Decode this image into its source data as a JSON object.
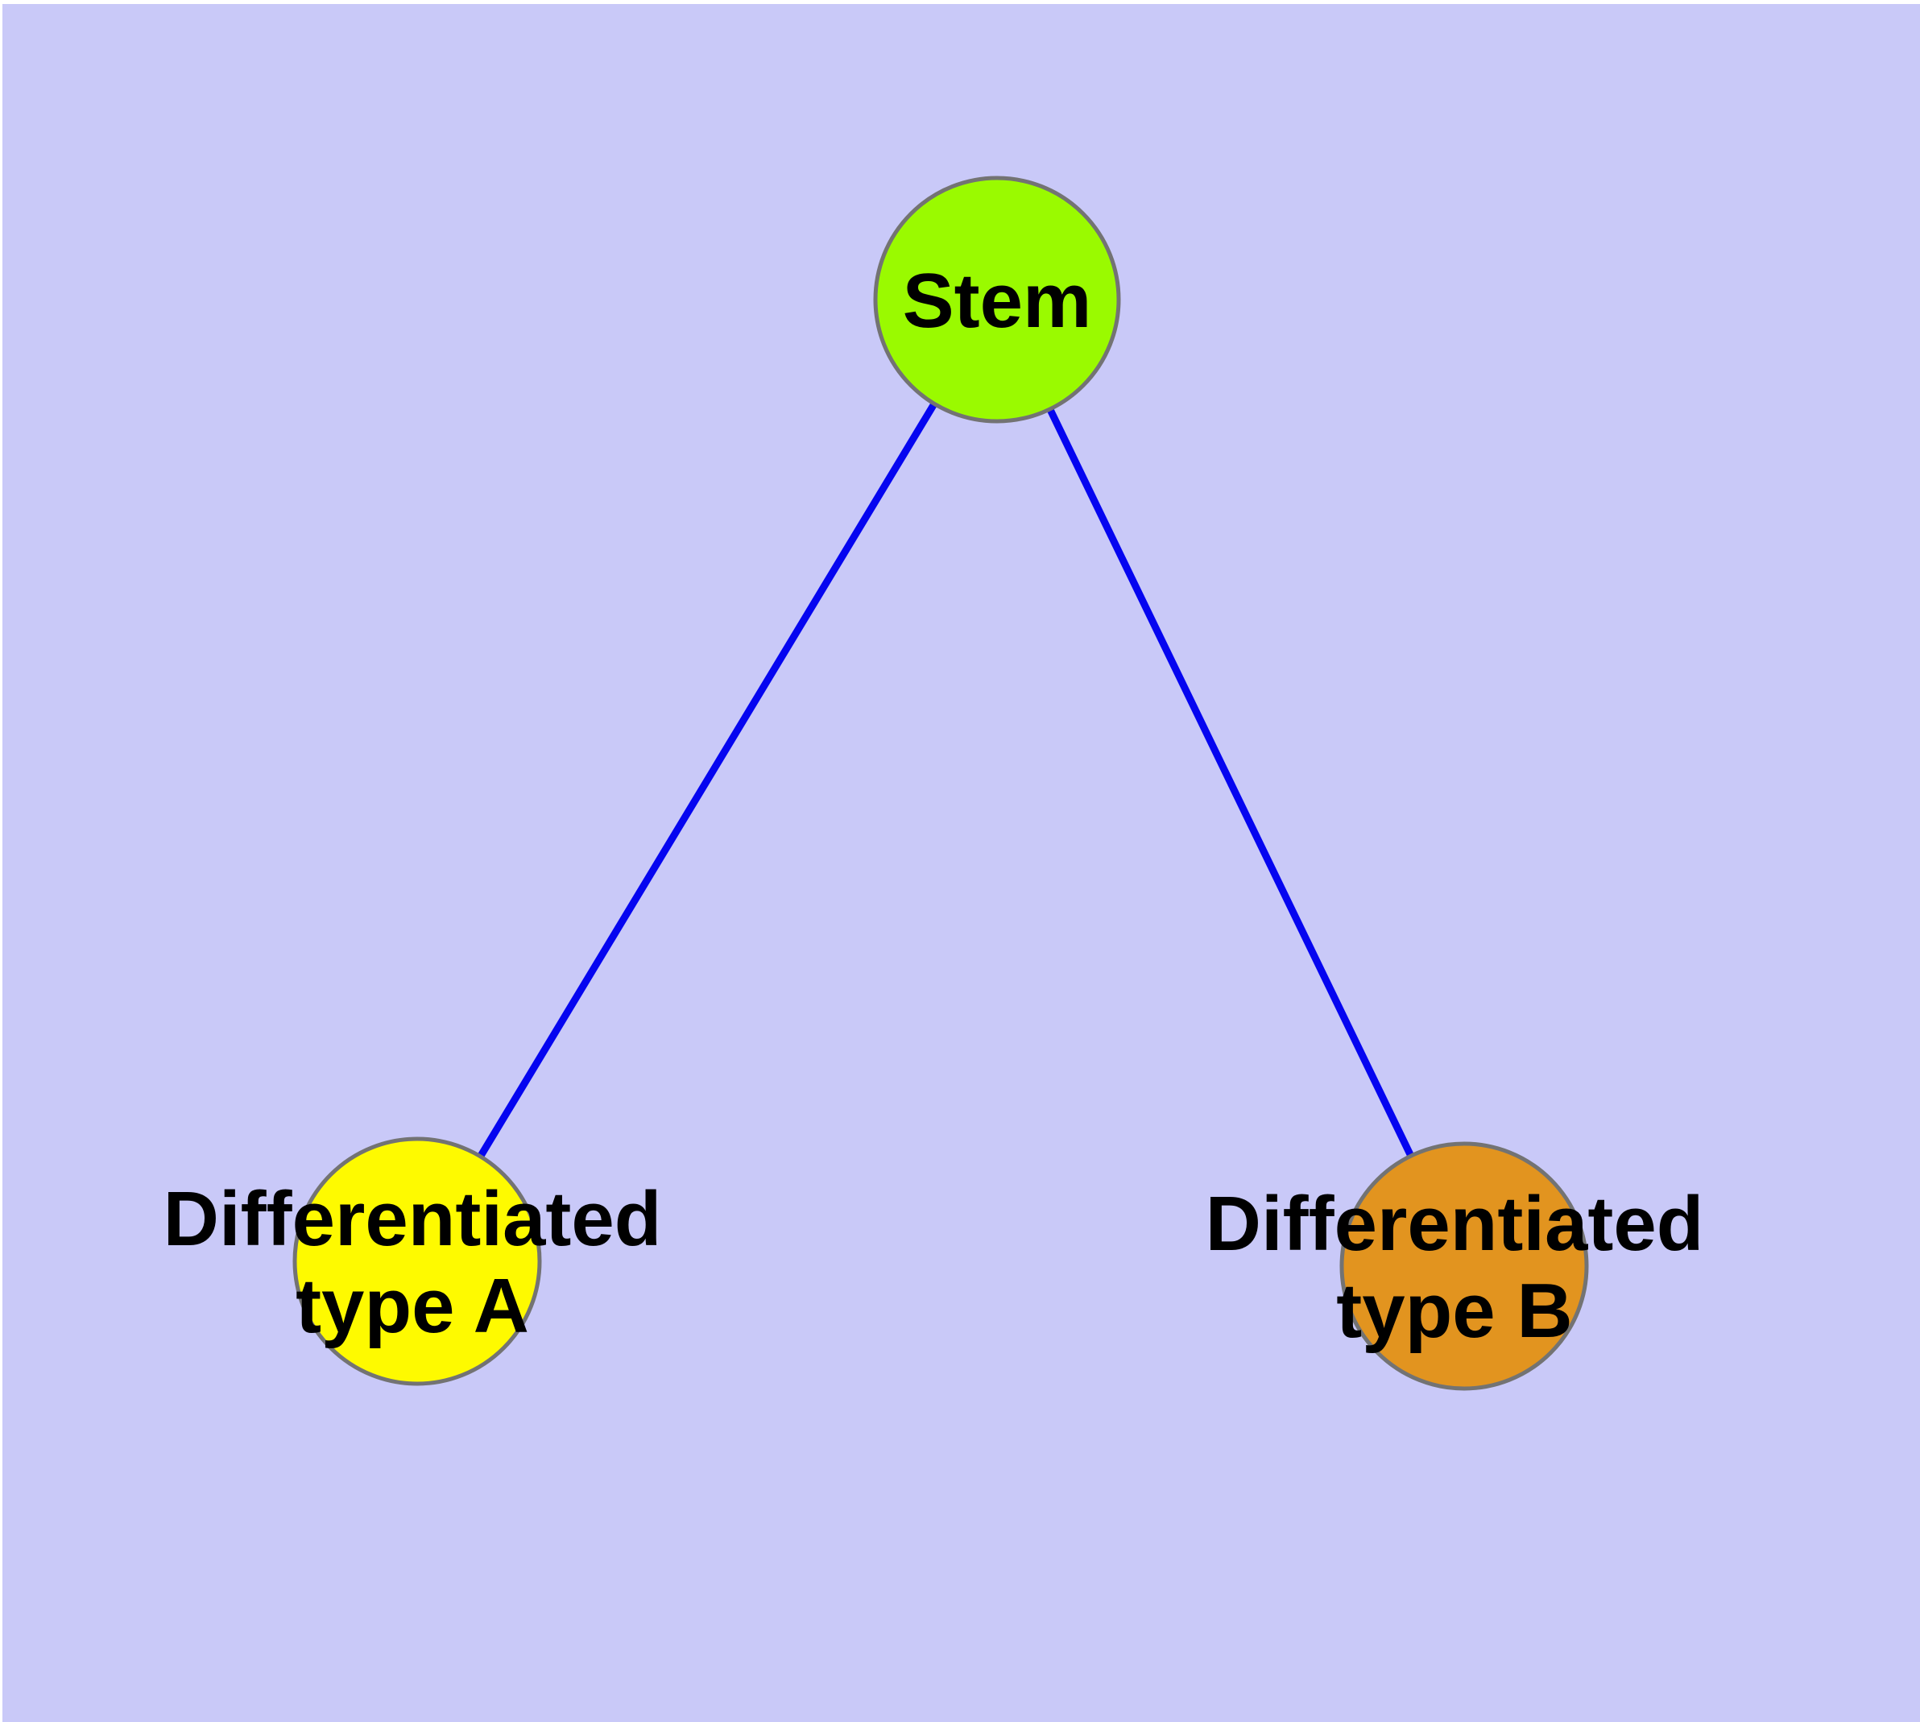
{
  "diagram": {
    "type": "node-link-graph",
    "description": "Cell differentiation graph: one stem node connected to two differentiated cell type nodes",
    "nodes": [
      {
        "id": "stem",
        "label": "Stem",
        "color": "#9AFA00"
      },
      {
        "id": "diff-a",
        "label": "Differentiated\ntype A",
        "color": "#FEFA00"
      },
      {
        "id": "diff-b",
        "label": "Differentiated\ntype B",
        "color": "#E2941F"
      }
    ],
    "edges": [
      {
        "from": "stem",
        "to": "diff-a"
      },
      {
        "from": "stem",
        "to": "diff-b"
      }
    ],
    "style": {
      "panel_background": "#C9C9F8",
      "page_background": "#FFFFFF",
      "edge_color": "#0505F0",
      "node_border_color": "#737373",
      "label_color": "#000000"
    }
  }
}
